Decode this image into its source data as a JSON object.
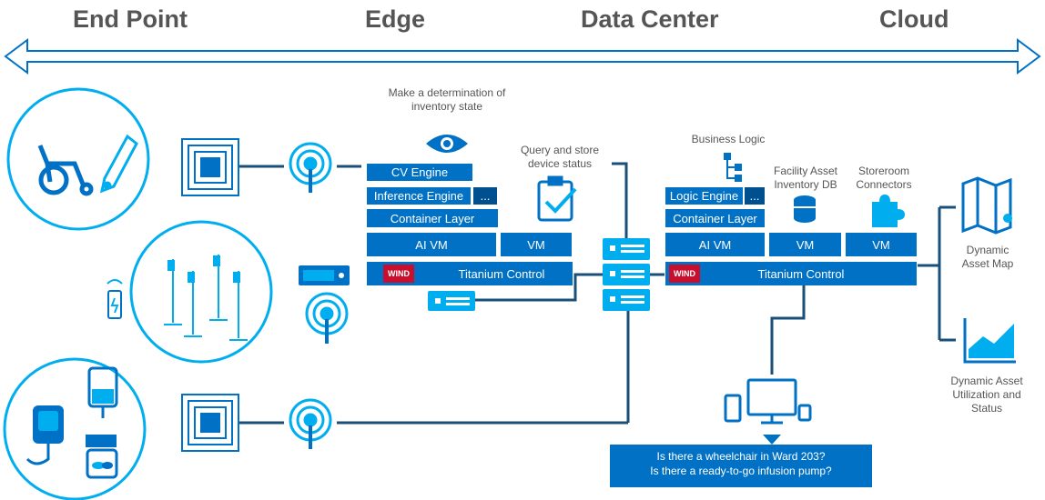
{
  "headers": {
    "endpoint": "End Point",
    "edge": "Edge",
    "datacenter": "Data Center",
    "cloud": "Cloud"
  },
  "edge": {
    "determination_label": "Make a determination of\ninventory state",
    "cv_engine": "CV Engine",
    "inference_engine": "Inference Engine",
    "more": "...",
    "container_layer": "Container Layer",
    "ai_vm": "AI VM",
    "vm": "VM",
    "wind": "WIND",
    "titanium_control": "Titanium Control"
  },
  "datacenter": {
    "query_label": "Query and store\ndevice status"
  },
  "cloud": {
    "business_logic": "Business Logic",
    "facility_db": "Facility Asset\nInventory DB",
    "storeroom": "Storeroom\nConnectors",
    "logic_engine": "Logic Engine",
    "more": "...",
    "container_layer": "Container Layer",
    "ai_vm": "AI VM",
    "vm1": "VM",
    "vm2": "VM",
    "wind": "WIND",
    "titanium_control": "Titanium Control"
  },
  "outputs": {
    "asset_map": "Dynamic\nAsset Map",
    "utilization": "Dynamic Asset\nUtilization and\nStatus"
  },
  "callout": {
    "line1": "Is there a wheelchair in Ward 203?",
    "line2": "Is there a ready-to-go infusion pump?"
  },
  "colors": {
    "primary": "#0071c5",
    "accent": "#00aeef",
    "dark": "#00508f",
    "wind": "#c8102e"
  }
}
